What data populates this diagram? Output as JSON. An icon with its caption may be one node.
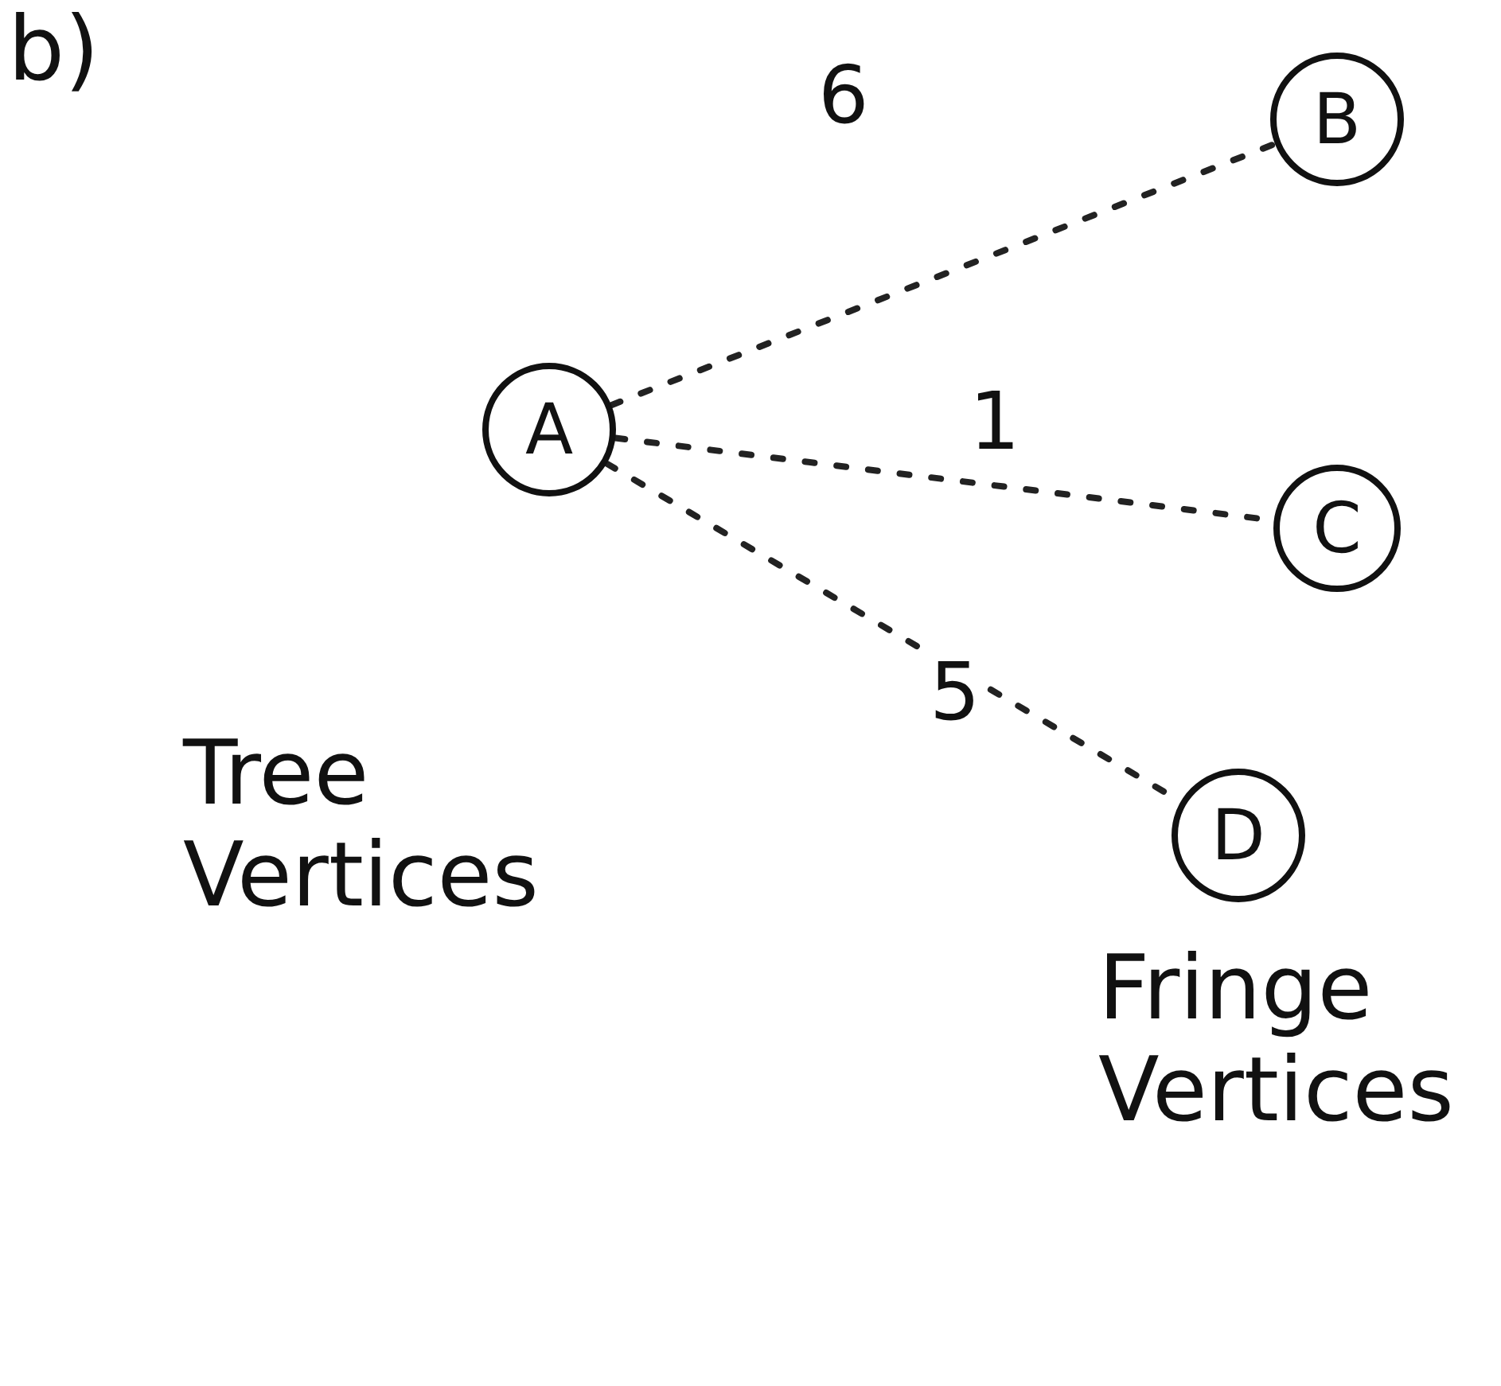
{
  "diagram": {
    "nodes": [
      {
        "text": [
          "A"
        ]
      },
      {
        "text": [
          "B"
        ]
      },
      {
        "text": [
          "C"
        ]
      },
      {
        "text": [
          "D"
        ]
      }
    ],
    "edges": [
      {
        "from": 0,
        "to": 1,
        "arrow": "none",
        "label": "6",
        "style": "dashed"
      },
      {
        "from": 0,
        "to": 2,
        "arrow": "none",
        "label": "1",
        "style": "dashed"
      },
      {
        "from": 0,
        "to": 3,
        "arrow": "none",
        "label": "5",
        "style": "dashed"
      }
    ],
    "labels": [
      "b)",
      "Tree Vertices",
      "Fringe Vertices"
    ]
  }
}
